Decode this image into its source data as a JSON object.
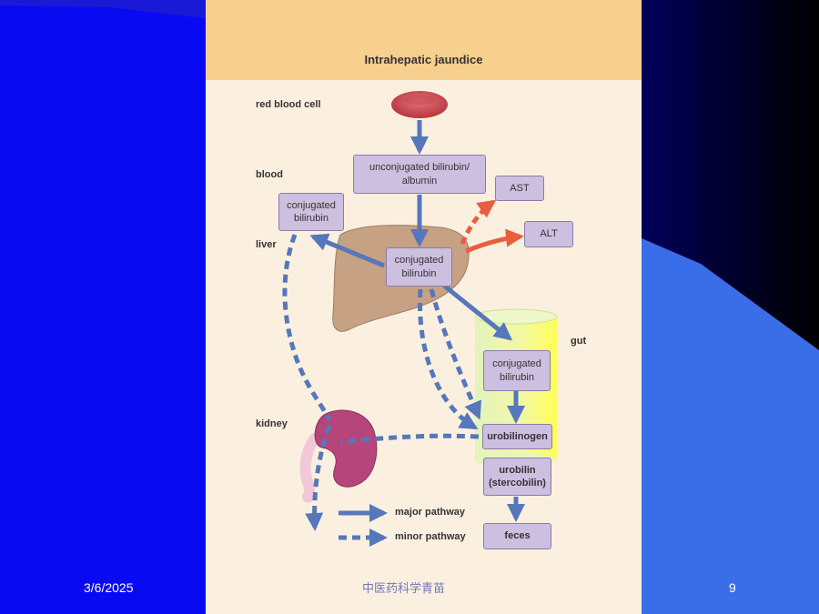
{
  "slide": {
    "title": "Intrahepatic jaundice",
    "labels": {
      "red_blood_cell": "red blood cell",
      "blood": "blood",
      "liver": "liver",
      "gut": "gut",
      "kidney": "kidney"
    },
    "boxes": {
      "unconjugated_line1": "unconjugated bilirubin/",
      "unconjugated_line2": "albumin",
      "ast": "AST",
      "alt": "ALT",
      "conj_blood_line1": "conjugated",
      "conj_blood_line2": "bilirubin",
      "conj_liver_line1": "conjugated",
      "conj_liver_line2": "bilirubin",
      "conj_gut_line1": "conjugated",
      "conj_gut_line2": "bilirubin",
      "urobilinogen": "urobilinogen",
      "urobilin_line1": "urobilin",
      "urobilin_line2": "(stercobilin)",
      "feces": "feces"
    },
    "legend": {
      "major": "major pathway",
      "minor": "minor pathway"
    }
  },
  "footer": {
    "date": "3/6/2025",
    "center_text": "中医药科学青苗",
    "page_number": "9"
  },
  "colors": {
    "arrow_blue": "#5577bb",
    "arrow_red": "#e85e3e",
    "box_fill": "#cdbfe0",
    "header": "#f7cf8e"
  }
}
